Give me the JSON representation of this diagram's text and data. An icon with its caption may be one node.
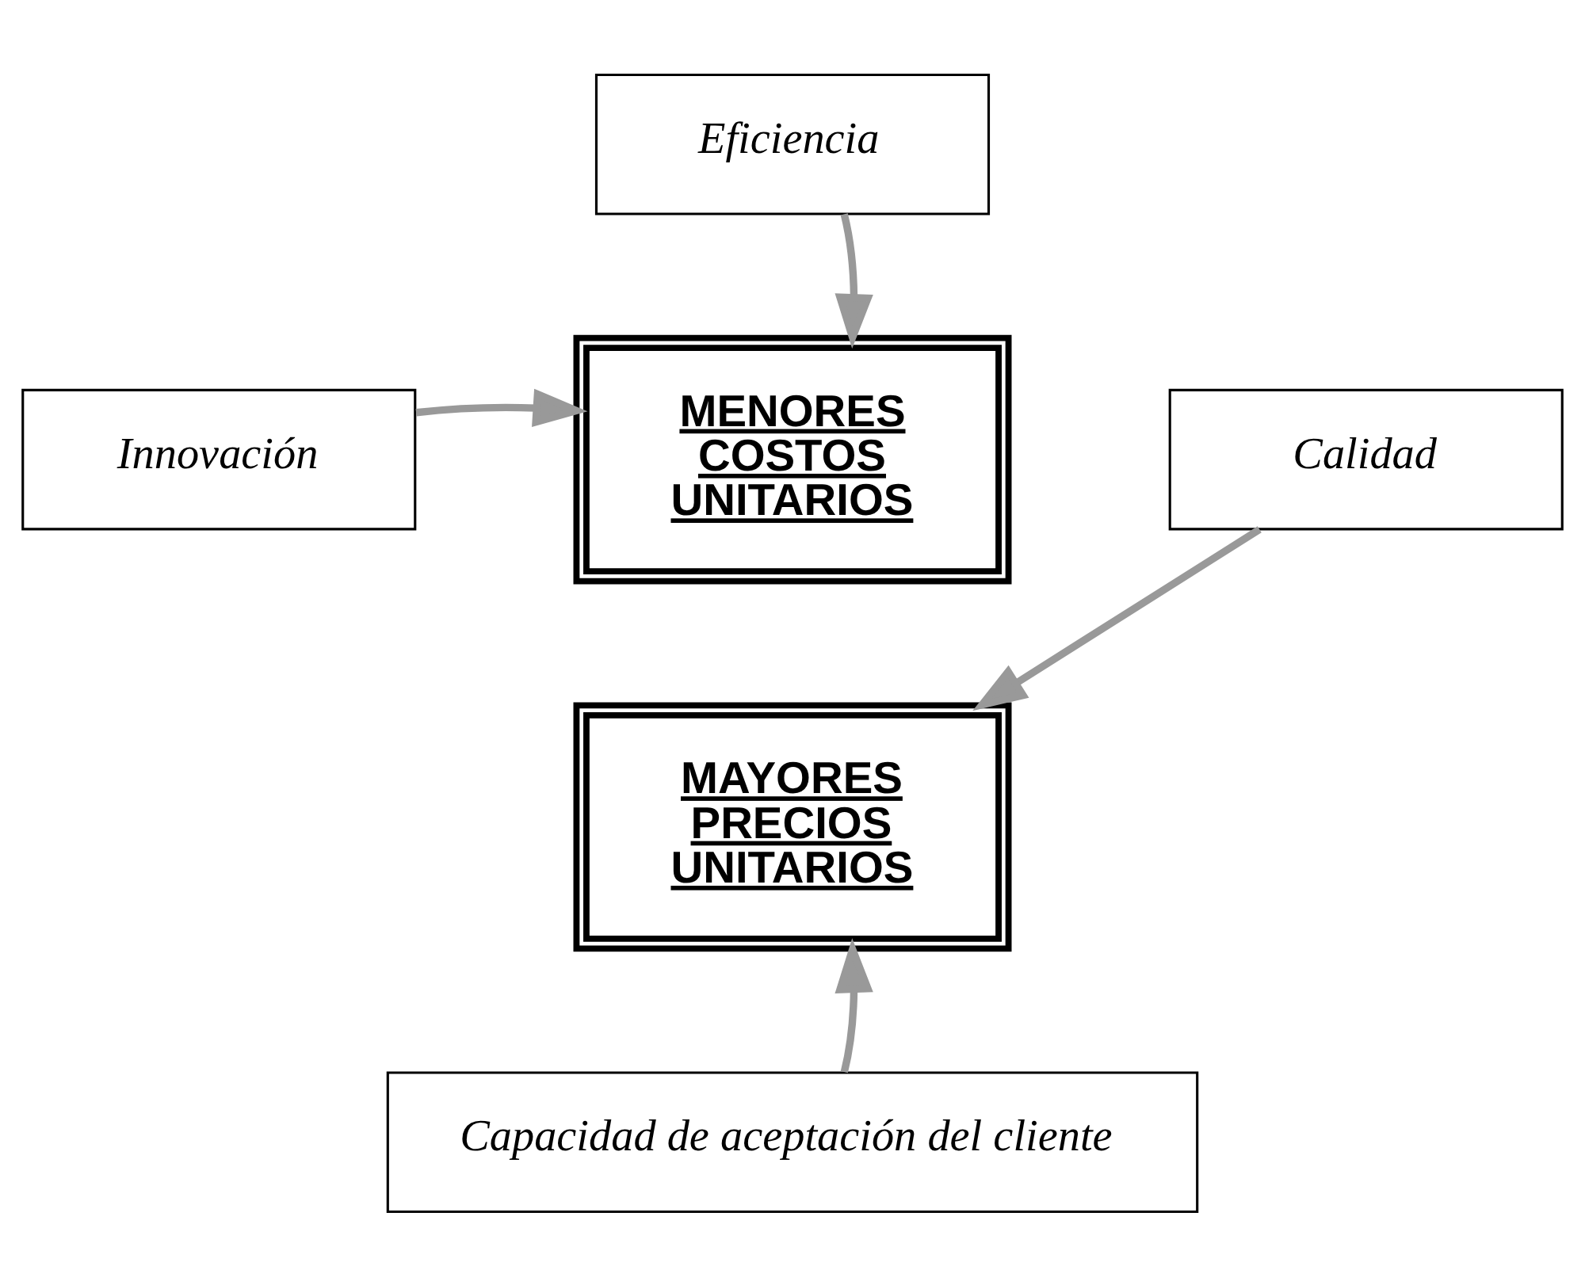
{
  "diagram": {
    "nodes": [
      {
        "text": [
          "Eficiencia"
        ]
      },
      {
        "text": [
          "MENORES COSTOS UNITARIOS"
        ]
      },
      {
        "text": [
          "MAYORES PRECIOS UNITARIOS"
        ]
      },
      {
        "text": [
          "Innovación"
        ]
      },
      {
        "text": [
          "Calidad"
        ]
      },
      {
        "text": [
          "Capacidad de aceptación del cliente"
        ]
      }
    ],
    "edges": [
      {
        "from": 0,
        "to": 1,
        "arrow": "to"
      },
      {
        "from": 3,
        "to": 1,
        "arrow": "to"
      },
      {
        "from": 4,
        "to": 2,
        "arrow": "to"
      },
      {
        "from": 5,
        "to": 2,
        "arrow": "to"
      }
    ]
  }
}
